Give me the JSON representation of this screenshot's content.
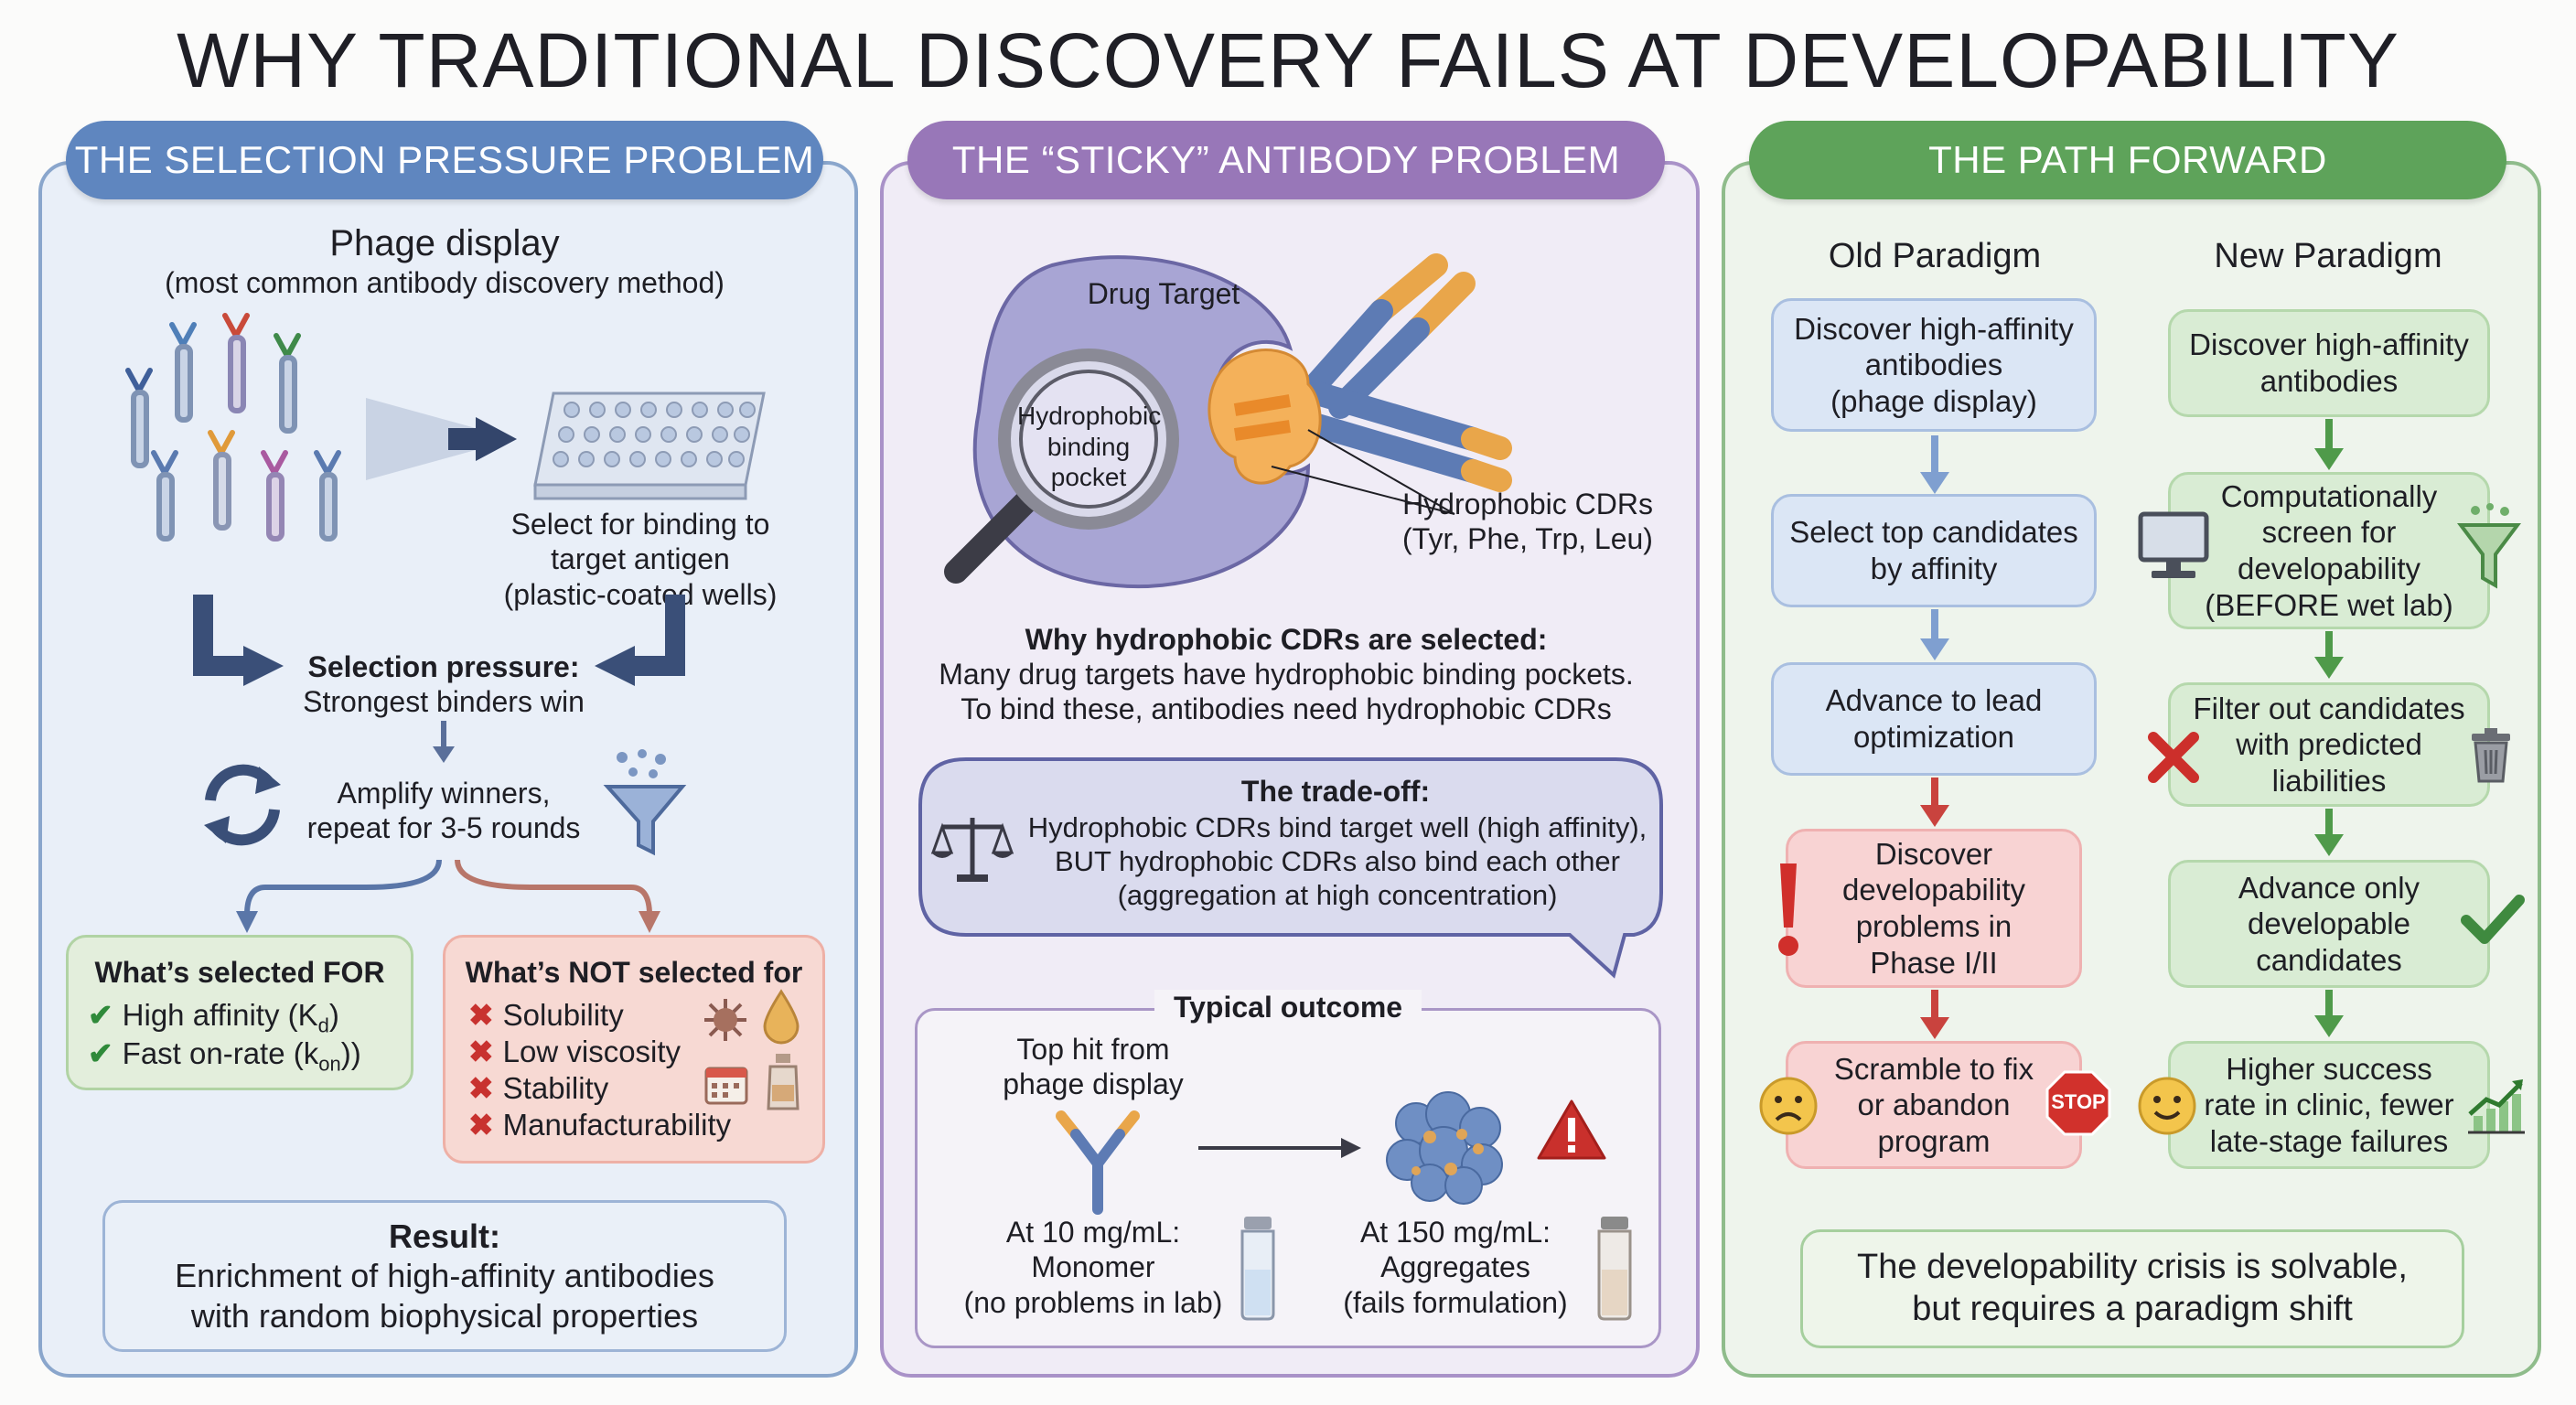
{
  "title": "WHY TRADITIONAL DISCOVERY FAILS AT DEVELOPABILITY",
  "colors": {
    "blue": "#5f86bf",
    "purple": "#9877b8",
    "green": "#5ea35a",
    "red": "#c93a36"
  },
  "panel1": {
    "header": "THE SELECTION PRESSURE PROBLEM",
    "heading": "Phage display",
    "subheading": "(most common antibody discovery method)",
    "plate_caption": [
      "Select for binding to",
      "target antigen",
      "(plastic-coated wells)"
    ],
    "pressure_title": "Selection pressure:",
    "pressure_text": "Strongest binders win",
    "amplify": [
      "Amplify winners,",
      "repeat for 3-5 rounds"
    ],
    "for_box": {
      "title": "What’s selected FOR",
      "items": [
        "High affinity (K",
        "Fast on-rate (k"
      ],
      "sub1": "d",
      "sub2": "on",
      "tail1": ")",
      "tail2": "))"
    },
    "not_box": {
      "title": "What’s NOT selected for",
      "items": [
        "Solubility",
        "Low viscosity",
        "Stability",
        "Manufacturability"
      ]
    },
    "result_title": "Result:",
    "result_text": [
      "Enrichment of high-affinity antibodies",
      "with random biophysical properties"
    ],
    "icons": [
      "cycle-arrows-icon",
      "funnel-icon",
      "virus-icon",
      "droplet-icon",
      "calendar-icon",
      "bottle-icon"
    ]
  },
  "panel2": {
    "header": "THE “STICKY” ANTIBODY PROBLEM",
    "drug_target": "Drug Target",
    "pocket": [
      "Hydrophobic",
      "binding",
      "pocket"
    ],
    "cdr_label": [
      "Hydrophobic CDRs",
      "(Tyr, Phe, Trp, Leu)"
    ],
    "why_title": "Why hydrophobic CDRs are selected:",
    "why_text": [
      "Many drug targets have hydrophobic binding pockets.",
      "To bind these, antibodies need hydrophobic CDRs"
    ],
    "tradeoff_title": "The trade-off:",
    "tradeoff_text": [
      "Hydrophobic CDRs bind target well (high affinity),",
      "BUT hydrophobic CDRs also bind each other",
      "(aggregation at high concentration)"
    ],
    "outcome_title": "Typical outcome",
    "top_hit": [
      "Top hit from",
      "phage display"
    ],
    "left_conc": [
      "At 10 mg/mL:",
      "Monomer",
      "(no problems in lab)"
    ],
    "right_conc": [
      "At 150 mg/mL:",
      "Aggregates",
      "(fails formulation)"
    ],
    "icons": [
      "magnifier-icon",
      "scale-icon",
      "warning-icon",
      "vial-icon"
    ]
  },
  "panel3": {
    "header": "THE PATH FORWARD",
    "old_title": "Old Paradigm",
    "new_title": "New Paradigm",
    "old_steps": [
      [
        "Discover high-affinity",
        "antibodies",
        "(phage display)"
      ],
      [
        "Select top candidates",
        "by affinity"
      ],
      [
        "Advance to lead",
        "optimization"
      ],
      [
        "Discover",
        "developability",
        "problems in",
        "Phase I/II"
      ],
      [
        "Scramble to fix",
        "or abandon",
        "program"
      ]
    ],
    "new_steps": [
      [
        "Discover high-affinity",
        "antibodies"
      ],
      [
        "Computationally",
        "screen for",
        "developability",
        "(BEFORE wet lab)"
      ],
      [
        "Filter out candidates",
        "with predicted",
        "liabilities"
      ],
      [
        "Advance only",
        "developable",
        "candidates"
      ],
      [
        "Higher success",
        "rate in clinic, fewer",
        "late-stage failures"
      ]
    ],
    "conclusion": [
      "The developability crisis is solvable,",
      "but requires a paradigm shift"
    ],
    "stop": "STOP",
    "icons": [
      "exclamation-icon",
      "sad-face-icon",
      "stop-sign-icon",
      "computer-icon",
      "filter-icon",
      "x-icon",
      "trash-icon",
      "check-icon",
      "smile-face-icon",
      "growth-chart-icon"
    ]
  }
}
